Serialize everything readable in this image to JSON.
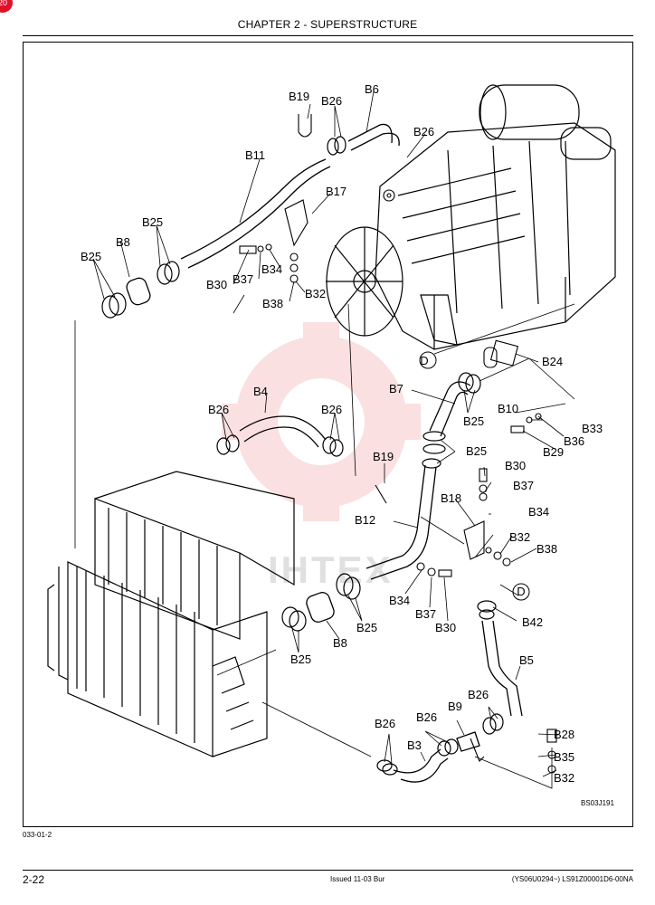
{
  "header": {
    "chapter_title": "CHAPTER 2 - SUPERSTRUCTURE"
  },
  "watermark": {
    "text": "IHTEX",
    "color": "#f6c8c8"
  },
  "figure": {
    "code": "BS03J191",
    "labels": {
      "b19_top": "B19",
      "b26_top": "B26",
      "b6": "B6",
      "b26_b6": "B26",
      "b11": "B11",
      "b17": "B17",
      "b25_left_top": "B25",
      "b8_top": "B8",
      "b25_far_left": "B25",
      "b30_top": "B30",
      "b37_top": "B37",
      "b34_top": "B34",
      "b32_top": "B32",
      "b38_top": "B38",
      "d_top": "D",
      "b24": "B24",
      "b7": "B7",
      "b10": "B10",
      "b25_b7": "B25",
      "b33": "B33",
      "b36": "B36",
      "b29": "B29",
      "b4": "B4",
      "b26_b4_left": "B26",
      "b26_b4_right": "B26",
      "b25_mid": "B25",
      "b19_mid": "B19",
      "b30_mid": "B30",
      "b37_mid": "B37",
      "b18": "B18",
      "b34_mid": "B34",
      "b12": "B12",
      "b32_mid": "B32",
      "b38_mid": "B38",
      "b34_low": "B34",
      "b37_low": "B37",
      "b30_low": "B30",
      "b8_low": "B8",
      "b25_low": "B25",
      "b25_rad": "B25",
      "d_low": "D",
      "b42": "B42",
      "b5": "B5",
      "b26_b5": "B26",
      "b9": "B9",
      "b28": "B28",
      "b35": "B35",
      "b32_low": "B32",
      "b26_b3_left": "B26",
      "b26_b3_right": "B26",
      "b3": "B3"
    }
  },
  "figure_ref": "033-01-2",
  "footer": {
    "page_number": "2-22",
    "issued": "Issued 11-03   Bur",
    "doc_ref": "(YS06U0294~)   LS91Z00001D6-00NA"
  }
}
